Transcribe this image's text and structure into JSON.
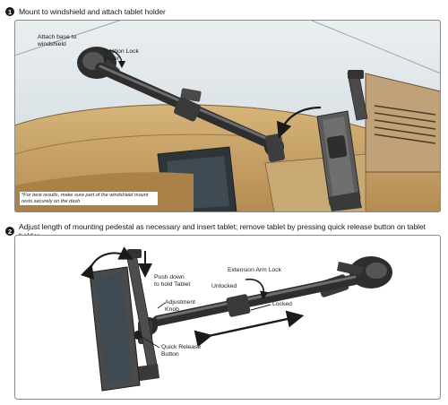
{
  "steps": [
    {
      "number": "1",
      "text": "Mount to windshield and attach tablet holder"
    },
    {
      "number": "2",
      "text": "Adjust length of mounting pedestal as necessary and insert tablet; remove tablet by pressing quick release button on tablet holder"
    }
  ],
  "panel1": {
    "labels": {
      "attach_base": "Attach base to\nwindshield",
      "suction_lever": "Suction Lock\nLever"
    },
    "note": "*For best results, make sure part of the windshield mount rests securely on the dash"
  },
  "panel2": {
    "labels": {
      "push_down": "Push down\nto hold Tablet",
      "adjustment_knob": "Adjustment\nKnob",
      "quick_release": "Quick Release\nButton",
      "extension_lock": "Extension Arm Lock",
      "unlocked": "Unlocked",
      "locked": "Locked"
    }
  },
  "colors": {
    "sky": "#dde4e8",
    "dash_tan": "#c9a46a",
    "dash_dark": "#8a6a3a",
    "mount_dark": "#3a3a3a",
    "mount_mid": "#6b6b6b",
    "tablet": "#555555",
    "screen": "#3f4a52"
  }
}
